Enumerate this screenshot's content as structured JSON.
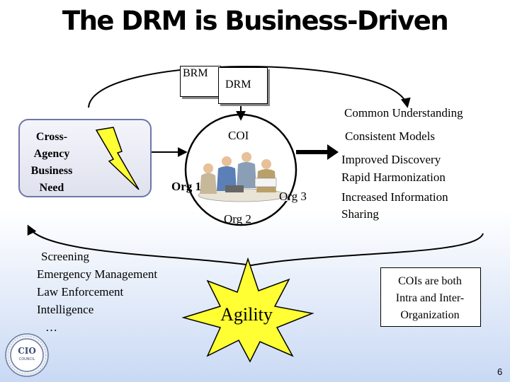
{
  "title": "The DRM is Business-Driven",
  "brm_label": "BRM",
  "drm_label": "DRM",
  "need_text": [
    "Cross-",
    "Agency",
    "Business",
    "Need"
  ],
  "coi_label": "COI",
  "orgs": [
    "Org 1",
    "Org 2",
    "Org 3"
  ],
  "outcomes": {
    "common": "Common Understanding",
    "consistent": "Consistent Models",
    "list": [
      "Improved Discovery",
      "Rapid Harmonization",
      "Increased Information",
      "Sharing"
    ]
  },
  "domains": [
    "Screening",
    "Emergency Management",
    "Law Enforcement",
    "Intelligence",
    "…"
  ],
  "agility": "Agility",
  "coi_note": [
    "COIs are both",
    "Intra and Inter-",
    "Organization"
  ],
  "logo_text": [
    "CIO",
    "COUNCIL"
  ],
  "page_number": "6",
  "colors": {
    "background_gradient": [
      "#ffffff",
      "#c9d9f4"
    ],
    "star": "#ffff33",
    "bolt": "#ffff33",
    "need_border": "#6f76a8"
  }
}
